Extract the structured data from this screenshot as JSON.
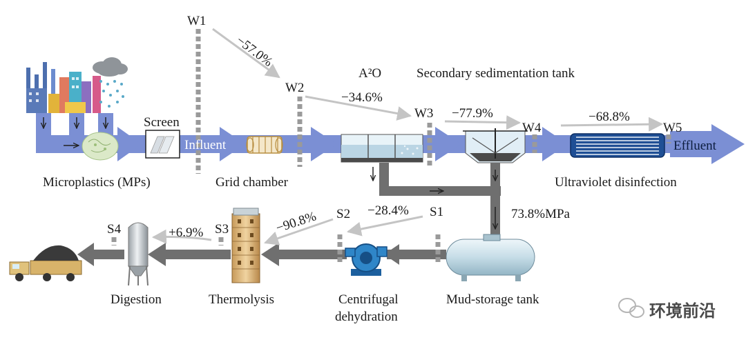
{
  "labels": {
    "microplastics": "Microplastics (MPs)",
    "screen": "Screen",
    "influent": "Influent",
    "grid_chamber": "Grid chamber",
    "a2o": "A²O",
    "secondary_tank": "Secondary sedimentation tank",
    "uv": "Ultraviolet disinfection",
    "effluent": "Effluent",
    "mud_tank": "Mud-storage tank",
    "centrifugal_1": "Centrifugal",
    "centrifugal_2": "dehydration",
    "thermolysis": "Thermolysis",
    "digestion": "Digestion",
    "mpa": "73.8%MPa",
    "watermark": "环境前沿"
  },
  "sampling_points": {
    "W1": "W1",
    "W2": "W2",
    "W3": "W3",
    "W4": "W4",
    "W5": "W5",
    "S1": "S1",
    "S2": "S2",
    "S3": "S3",
    "S4": "S4"
  },
  "removal_rates": {
    "w1_w2": "−57.0%",
    "w2_w3": "−34.6%",
    "w3_w4": "−77.9%",
    "w4_w5": "−68.8%",
    "s1_s2": "−28.4%",
    "s2_s3": "−90.8%",
    "s3_s4": "+6.9%"
  },
  "colors": {
    "flow_arrow": "#7b8fd4",
    "sludge_arrow": "#6f6f6f",
    "trend_arrow": "#c4c4c4",
    "sample_bar": "#9a9a9a"
  }
}
